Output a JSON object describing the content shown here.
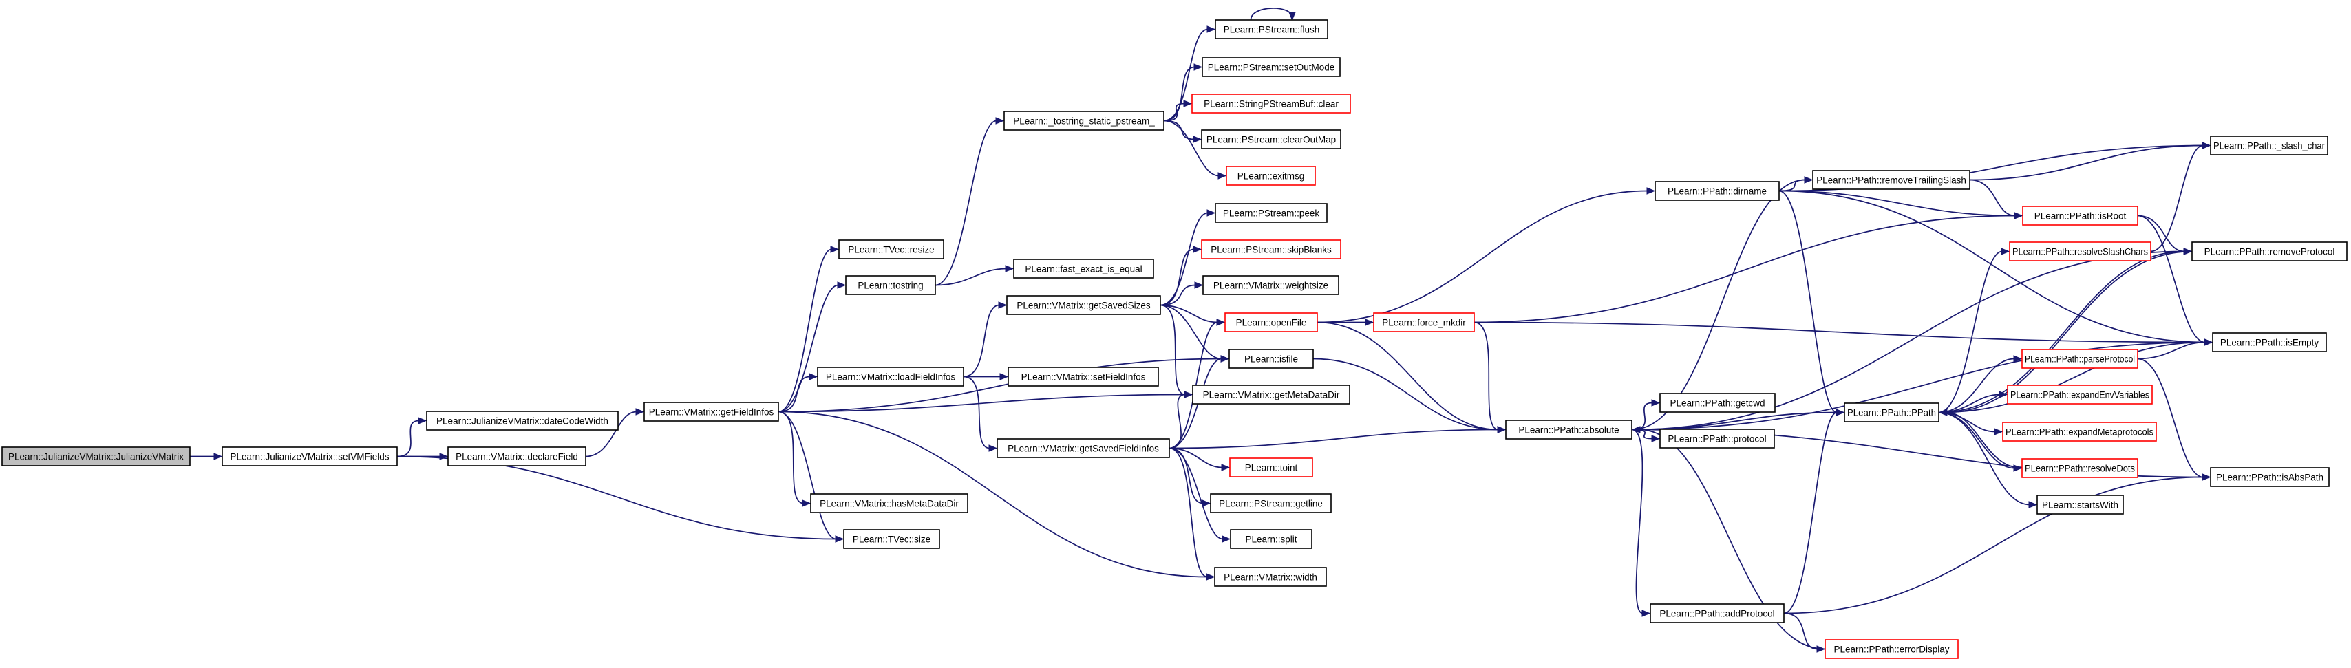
{
  "colors": {
    "edge": "#191970",
    "node_border": "#000000",
    "truncated_node_border": "#ff0000",
    "root_fill": "#bfbfbf",
    "background": "#ffffff"
  },
  "nodes": {
    "root": "PLearn::JulianizeVMatrix::JulianizeVMatrix",
    "setVMFields": "PLearn::JulianizeVMatrix::setVMFields",
    "dateCodeWidth": "PLearn::JulianizeVMatrix::dateCodeWidth",
    "declareField": "PLearn::VMatrix::declareField",
    "getFieldInfos": "PLearn::VMatrix::getFieldInfos",
    "tvecSize": "PLearn::TVec::size",
    "tvecResize": "PLearn::TVec::resize",
    "tostring": "PLearn::tostring",
    "loadFieldInfos": "PLearn::VMatrix::loadFieldInfos",
    "hasMetaDataDir": "PLearn::VMatrix::hasMetaDataDir",
    "tostringStatic": "PLearn::_tostring_static_pstream_",
    "fastExact": "PLearn::fast_exact_is_equal",
    "getSavedSizes": "PLearn::VMatrix::getSavedSizes",
    "setFieldInfos": "PLearn::VMatrix::setFieldInfos",
    "getSavedFieldInfos": "PLearn::VMatrix::getSavedFieldInfos",
    "flush": "PLearn::PStream::flush",
    "setOutMode": "PLearn::PStream::setOutMode",
    "sbufClear": "PLearn::StringPStreamBuf::clear",
    "clearOutMap": "PLearn::PStream::clearOutMap",
    "exitmsg": "PLearn::exitmsg",
    "peek": "PLearn::PStream::peek",
    "skipBlanks": "PLearn::PStream::skipBlanks",
    "weightsize": "PLearn::VMatrix::weightsize",
    "openFile": "PLearn::openFile",
    "isfile": "PLearn::isfile",
    "getMetaDataDir": "PLearn::VMatrix::getMetaDataDir",
    "toint": "PLearn::toint",
    "getline": "PLearn::PStream::getline",
    "split": "PLearn::split",
    "width": "PLearn::VMatrix::width",
    "forceMkdir": "PLearn::force_mkdir",
    "dirname": "PLearn::PPath::dirname",
    "absolute": "PLearn::PPath::absolute",
    "getcwd": "PLearn::PPath::getcwd",
    "protocol": "PLearn::PPath::protocol",
    "addProtocol": "PLearn::PPath::addProtocol",
    "errorDisplay": "PLearn::PPath::errorDisplay",
    "removeTrailingSlash": "PLearn::PPath::removeTrailingSlash",
    "isRoot": "PLearn::PPath::isRoot",
    "resolveSlashChars": "PLearn::PPath::resolveSlashChars",
    "ppath": "PLearn::PPath::PPath",
    "parseProtocol": "PLearn::PPath::parseProtocol",
    "expandEnvVariables": "PLearn::PPath::expandEnvVariables",
    "expandMetaprotocols": "PLearn::PPath::expandMetaprotocols",
    "resolveDots": "PLearn::PPath::resolveDots",
    "startsWith": "PLearn::startsWith",
    "slashChar": "PLearn::PPath::_slash_char",
    "removeProtocol": "PLearn::PPath::removeProtocol",
    "isEmpty": "PLearn::PPath::isEmpty",
    "isAbsPath": "PLearn::PPath::isAbsPath"
  }
}
